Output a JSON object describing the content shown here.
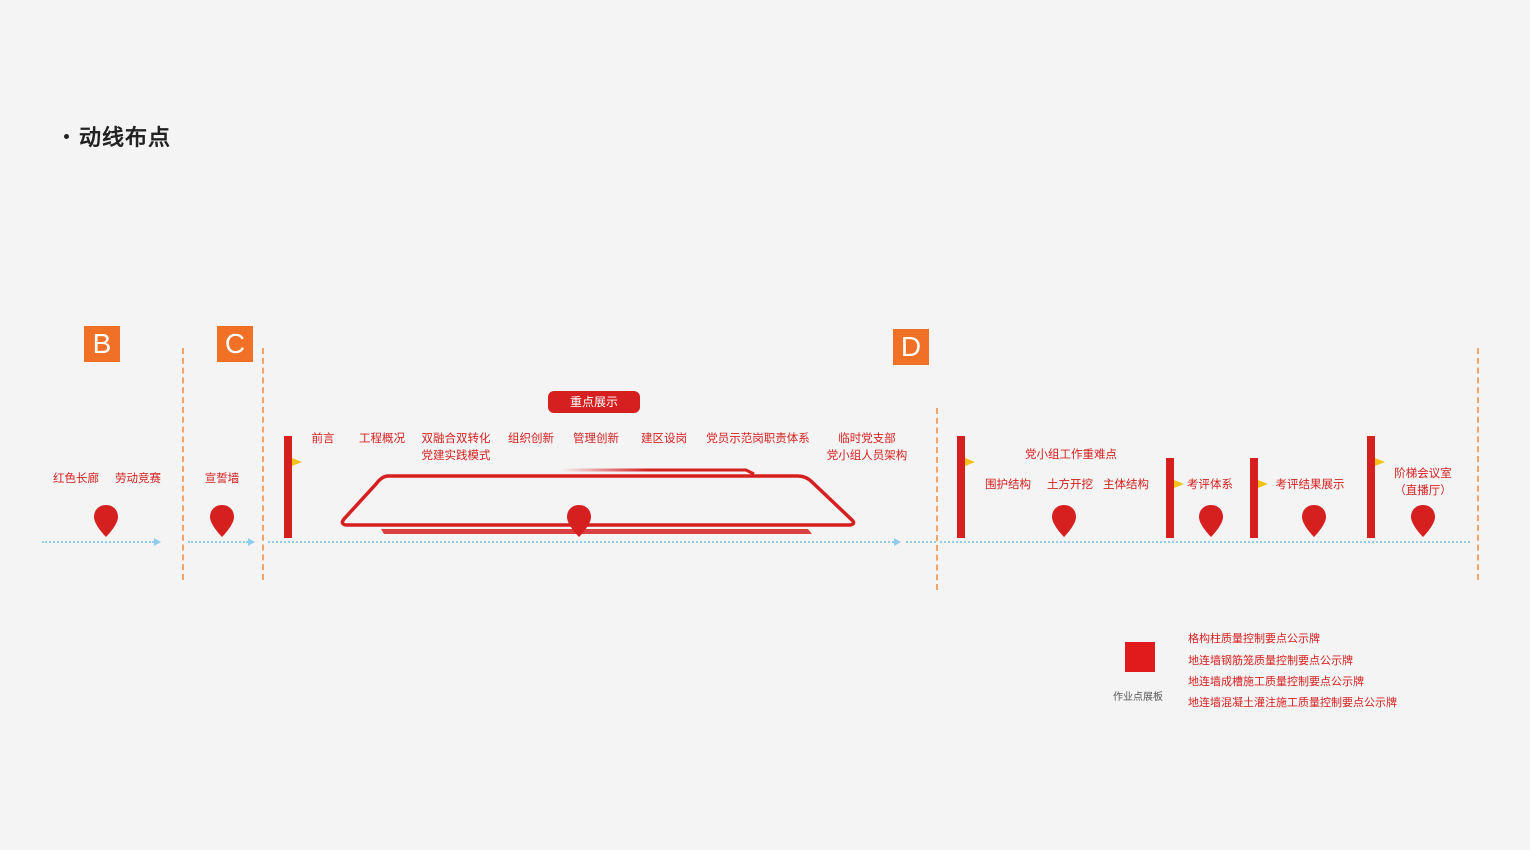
{
  "page": {
    "title": "动线布点"
  },
  "sections": [
    {
      "id": "B",
      "label": "B"
    },
    {
      "id": "C",
      "label": "C"
    },
    {
      "id": "D",
      "label": "D"
    }
  ],
  "section_b": {
    "labels": [
      "红色长廊",
      "劳动竞赛"
    ]
  },
  "section_c": {
    "labels": [
      "宣誓墙"
    ]
  },
  "key_display": {
    "tab_label": "重点展示",
    "items": [
      "前言",
      "工程概况",
      "双融合双转化",
      "党建实践模式",
      "组织创新",
      "管理创新",
      "建区设岗",
      "党员示范岗职责体系",
      "临时党支部",
      "党小组人员架构"
    ]
  },
  "section_d": {
    "group_title": "党小组工作重难点",
    "group_items": [
      "围护结构",
      "土方开挖",
      "主体结构"
    ],
    "evaluation_system": "考评体系",
    "evaluation_results": "考评结果展示",
    "meeting_room_line1": "阶梯会议室",
    "meeting_room_line2": "（直播厅）"
  },
  "legend": {
    "caption": "作业点展板",
    "items": [
      "格构柱质量控制要点公示牌",
      "地连墙钢筋笼质量控制要点公示牌",
      "地连墙成槽施工质量控制要点公示牌",
      "地连墙混凝土灌注施工质量控制要点公示牌"
    ]
  },
  "colors": {
    "accent_red": "#d61f1f",
    "badge_orange": "#f07026",
    "route_blue": "#8fcdf0",
    "divider_orange": "#f3a46a",
    "flag_yellow": "#f3c21a"
  }
}
